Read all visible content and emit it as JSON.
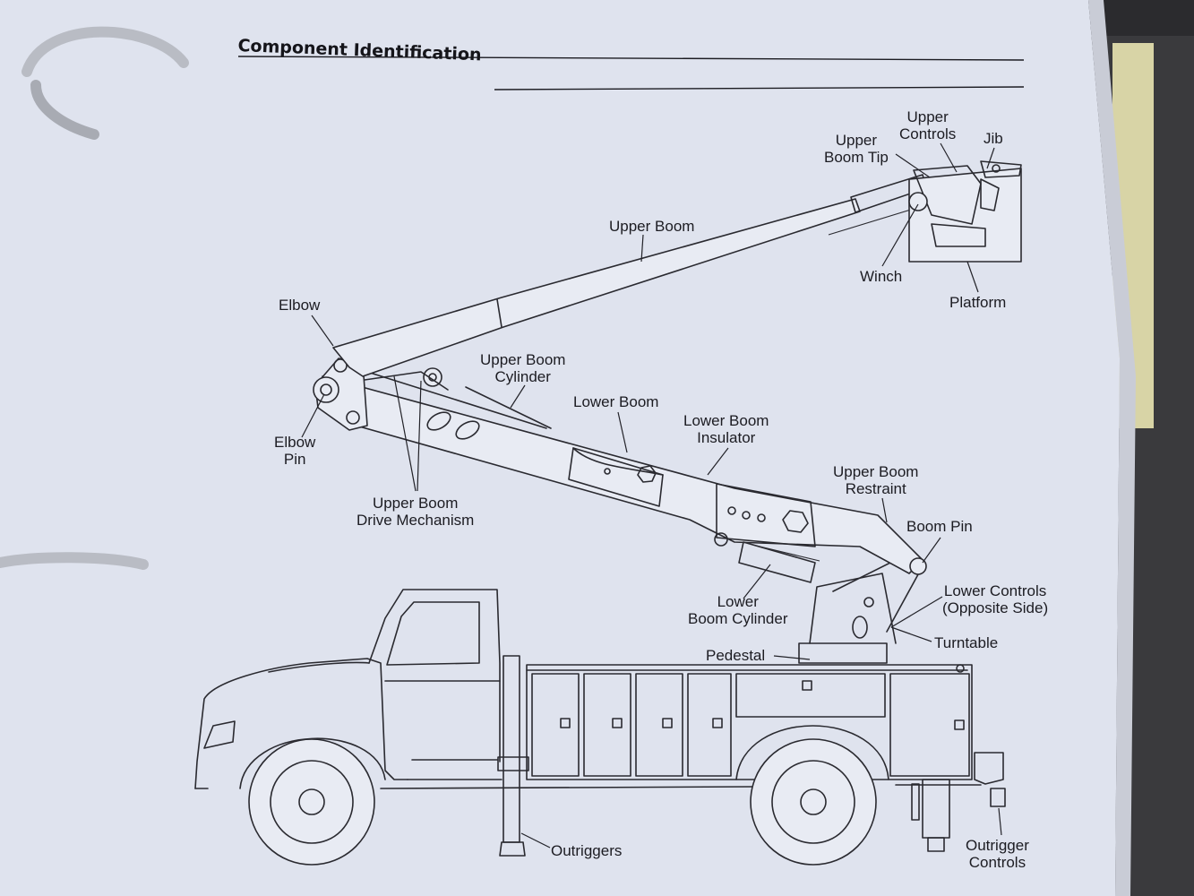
{
  "section_title": "Component Identification",
  "labels": {
    "upper_controls": [
      "Upper",
      "Controls"
    ],
    "jib": "Jib",
    "upper_boom_tip": [
      "Upper",
      "Boom Tip"
    ],
    "upper_boom": "Upper Boom",
    "winch": "Winch",
    "platform": "Platform",
    "elbow": "Elbow",
    "upper_boom_cylinder": [
      "Upper Boom",
      "Cylinder"
    ],
    "lower_boom": "Lower Boom",
    "lower_boom_insulator": [
      "Lower Boom",
      "Insulator"
    ],
    "elbow_pin": [
      "Elbow",
      "Pin"
    ],
    "upper_boom_restraint": [
      "Upper Boom",
      "Restraint"
    ],
    "upper_boom_drive_mechanism": [
      "Upper Boom",
      "Drive Mechanism"
    ],
    "boom_pin": "Boom Pin",
    "lower_controls": [
      "Lower Controls",
      "(Opposite Side)"
    ],
    "lower_boom_cylinder": [
      "Lower",
      "Boom Cylinder"
    ],
    "turntable": "Turntable",
    "pedestal": "Pedestal",
    "outriggers": "Outriggers",
    "outrigger_controls": [
      "Outrigger",
      "Controls"
    ]
  }
}
